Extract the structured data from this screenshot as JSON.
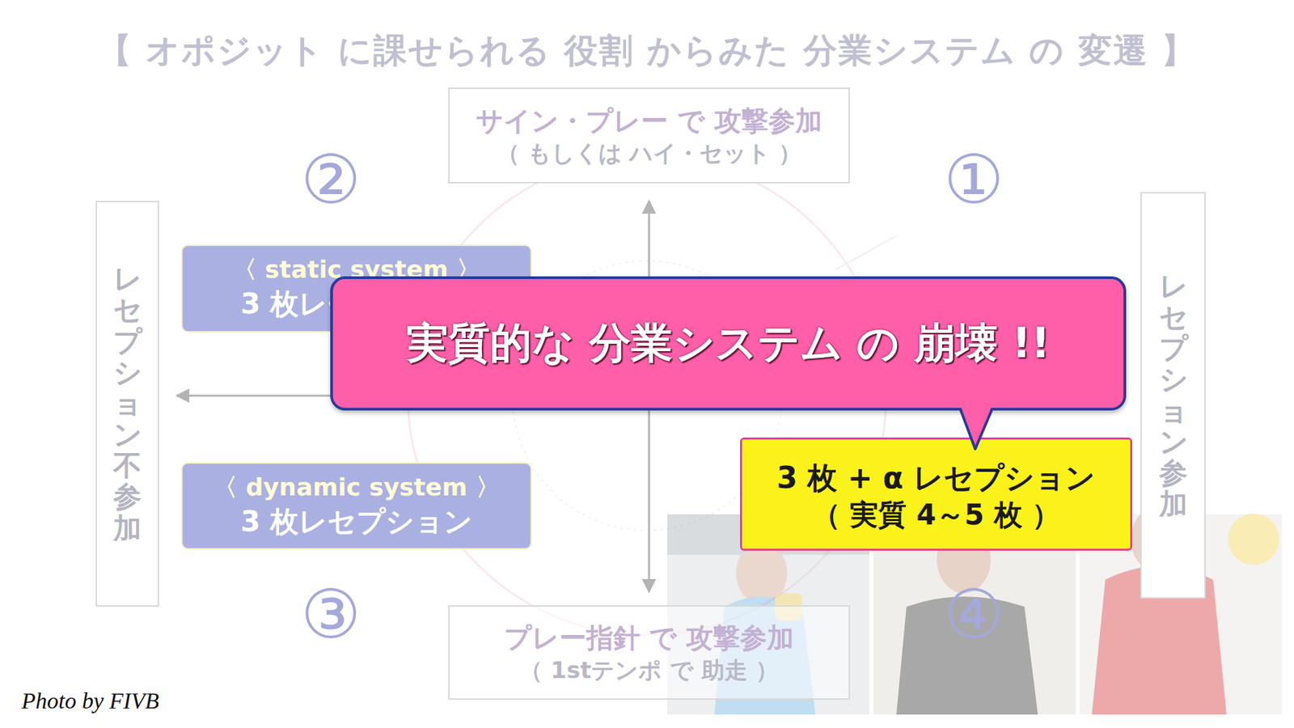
{
  "diagram": {
    "title": "【 オポジット に課せられる 役割 からみた 分業システム の 変遷 】",
    "nodes": [
      {
        "text": [
          "サイン・プレー で 攻撃参加",
          "（ もしくは ハイ・セット ）"
        ]
      },
      {
        "text": [
          "レセプション不参加"
        ]
      },
      {
        "text": [
          "〈 static system 〉",
          "3 枚レセプション"
        ]
      },
      {
        "text": [
          "実質的な 分業システム の 崩壊 !!"
        ]
      },
      {
        "text": [
          "レセプション参加"
        ]
      },
      {
        "text": [
          "3 枚 + α レセプション",
          "（ 実質 4～5 枚 ）"
        ]
      },
      {
        "text": [
          "〈 dynamic system 〉",
          "3 枚レセプション"
        ]
      },
      {
        "text": [
          "プレー指針 で 攻撃参加",
          "（ 1stテンポ で 助走 ）"
        ]
      }
    ],
    "edges": [
      {
        "from": 0,
        "to": 7,
        "arrow": "both"
      },
      {
        "from": 1,
        "to": 4,
        "arrow": "both"
      }
    ],
    "labels": [
      "②",
      "①",
      "③",
      "④",
      "Photo by FIVB"
    ]
  }
}
